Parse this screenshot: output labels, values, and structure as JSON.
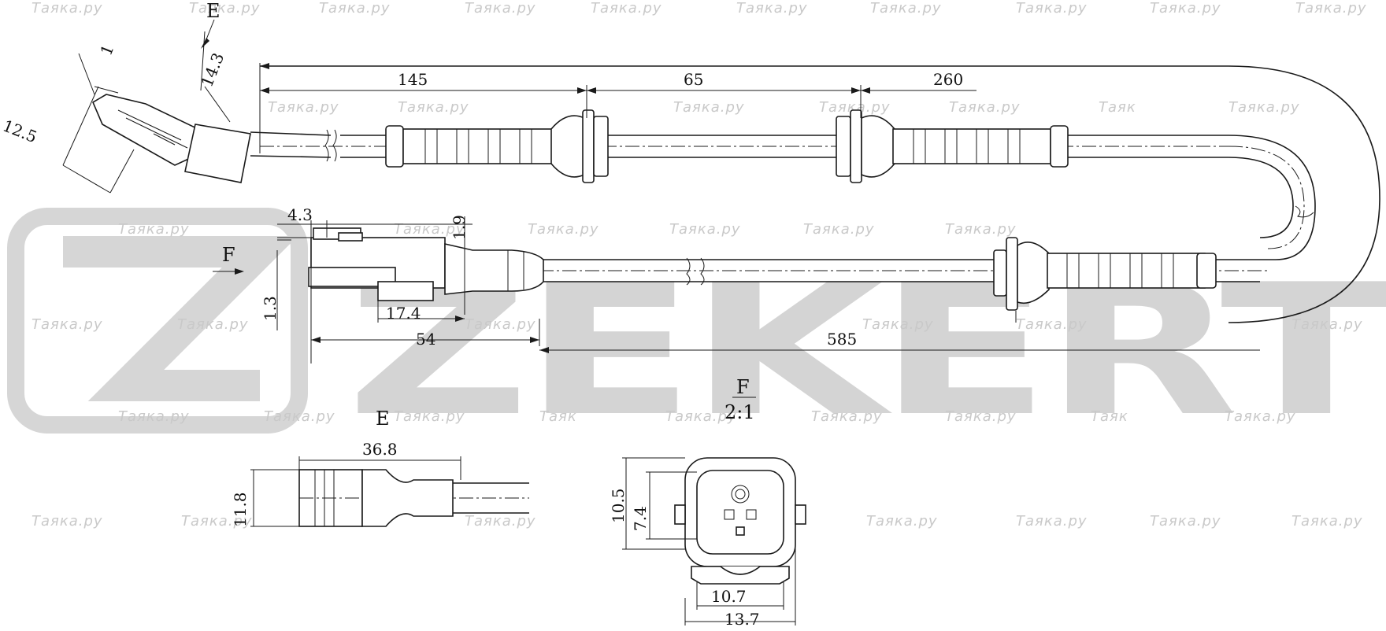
{
  "brand": {
    "text": "ZEKERT",
    "color": "#d4d4d4"
  },
  "watermark": {
    "text": "Tаяка.ру",
    "short_text": "Tаяк",
    "color": "#c9c9c9"
  },
  "views": {
    "main_label_e": "E",
    "main_label_f": "F",
    "detail_e_label": "E",
    "detail_f_label": "F",
    "detail_f_scale": "2:1"
  },
  "dimensions": {
    "d_1": "1",
    "d_14_3": "14.3",
    "d_12_5": "12.5",
    "d_145": "145",
    "d_65": "65",
    "d_260": "260",
    "d_4_3": "4.3",
    "d_1_9": "1.9",
    "d_1_3": "1.3",
    "d_17_4": "17.4",
    "d_54": "54",
    "d_585": "585",
    "d_36_8": "36.8",
    "d_11_8": "11.8",
    "d_10_5": "10.5",
    "d_7_4": "7.4",
    "d_10_7": "10.7",
    "d_13_7": "13.7"
  }
}
